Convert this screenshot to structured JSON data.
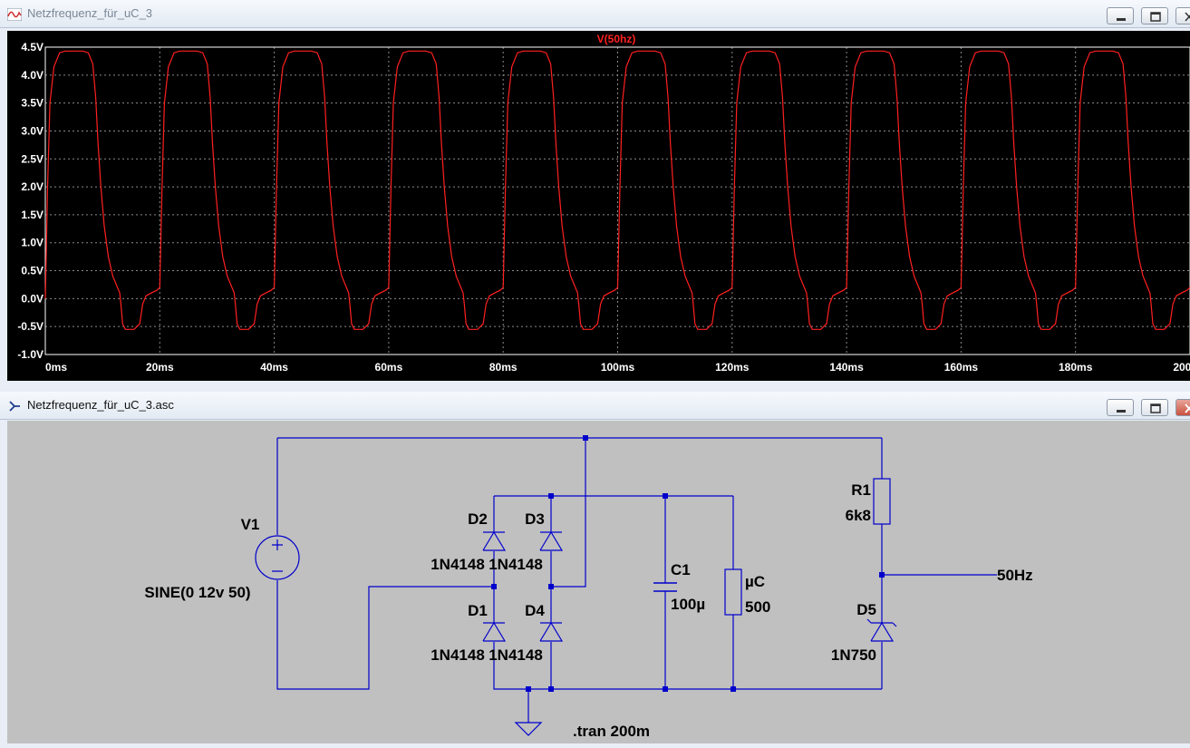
{
  "plot_window": {
    "title": "Netzfrequenz_für_uC_3",
    "trace_label": "V(50hz)"
  },
  "schematic_window": {
    "title": "Netzfrequenz_für_uC_3.asc"
  },
  "chart_data": {
    "type": "line",
    "title": "V(50hz)",
    "xlabel": "",
    "ylabel": "",
    "xlim": [
      0,
      200
    ],
    "ylim": [
      -1.0,
      4.5
    ],
    "x_ticks": [
      "0ms",
      "20ms",
      "40ms",
      "60ms",
      "80ms",
      "100ms",
      "120ms",
      "140ms",
      "160ms",
      "180ms",
      "200ms"
    ],
    "y_ticks": [
      "4.5V",
      "4.0V",
      "3.5V",
      "3.0V",
      "2.5V",
      "2.0V",
      "1.5V",
      "1.0V",
      "0.5V",
      "0.0V",
      "-0.5V",
      "-1.0V"
    ],
    "grid": true,
    "series": [
      {
        "name": "V(50hz)",
        "color": "#ff2020",
        "period_ms": 20,
        "waveform_x_ms": [
          0,
          0.4,
          0.8,
          1.5,
          2.5,
          3.5,
          5.0,
          6.5,
          7.5,
          8.3,
          8.8,
          9.2,
          9.7,
          10.3,
          11.0,
          11.8,
          12.6,
          13.0,
          13.2,
          13.5,
          14.0,
          15.5,
          16.5,
          17.0,
          17.6,
          18.5,
          19.5,
          20.0
        ],
        "waveform_y_v": [
          0.0,
          2.0,
          3.5,
          4.15,
          4.4,
          4.43,
          4.43,
          4.43,
          4.4,
          4.2,
          3.6,
          2.8,
          2.0,
          1.3,
          0.75,
          0.4,
          0.2,
          0.1,
          -0.1,
          -0.45,
          -0.55,
          -0.55,
          -0.45,
          -0.1,
          0.05,
          0.1,
          0.15,
          0.2
        ]
      }
    ]
  },
  "schematic": {
    "v1_name": "V1",
    "v1_value": "SINE(0 12v 50)",
    "d1_name": "D1",
    "d1_model": "1N4148",
    "d2_name": "D2",
    "d2_model": "1N4148",
    "d3_name": "D3",
    "d3_model": "1N4148",
    "d4_name": "D4",
    "d4_model": "1N4148",
    "c1_name": "C1",
    "c1_value": "100µ",
    "uc_name": "µC",
    "uc_value": "500",
    "r1_name": "R1",
    "r1_value": "6k8",
    "d5_name": "D5",
    "d5_model": "1N750",
    "net_label": "50Hz",
    "directive": ".tran 200m",
    "wire_color": "#0000cc"
  }
}
